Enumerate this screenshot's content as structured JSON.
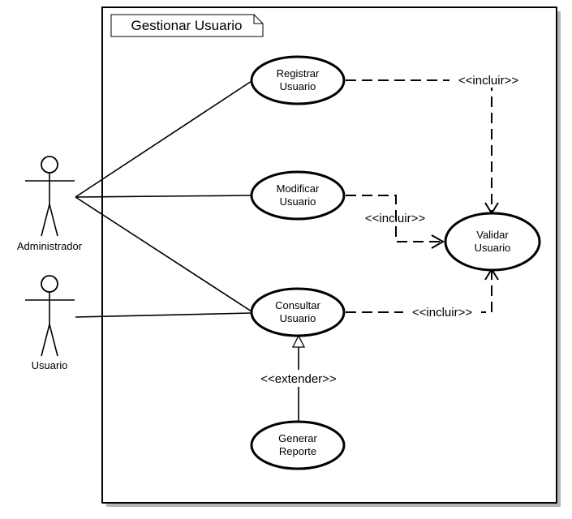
{
  "system": {
    "title": "Gestionar Usuario"
  },
  "actors": {
    "admin": "Administrador",
    "user": "Usuario"
  },
  "use_cases": {
    "registrar": [
      "Registrar",
      "Usuario"
    ],
    "modificar": [
      "Modificar",
      "Usuario"
    ],
    "consultar": [
      "Consultar",
      "Usuario"
    ],
    "validar": [
      "Validar",
      "Usuario"
    ],
    "generar": [
      "Generar",
      "Reporte"
    ]
  },
  "relations": {
    "include_registrar": "<<incluir>>",
    "include_modificar": "<<incluir>>",
    "include_consultar": "<<incluir>>",
    "extend_generar": "<<extender>>"
  }
}
